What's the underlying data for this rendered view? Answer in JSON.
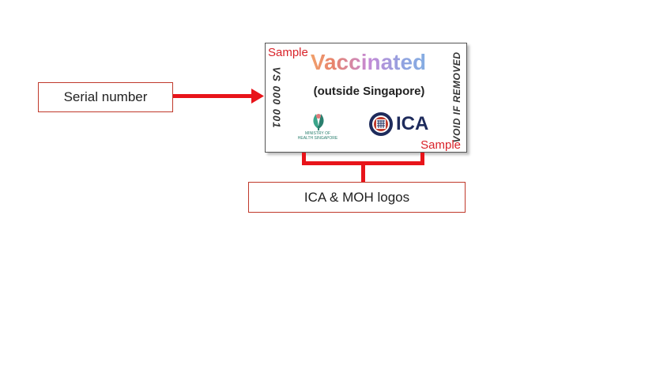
{
  "callouts": {
    "serial_label": "Serial number",
    "logos_label": "ICA & MOH logos"
  },
  "sticker": {
    "watermark_top": "Sample",
    "watermark_bottom": "Sample",
    "serial_text": "VS 000 001",
    "headline": "Vaccinated",
    "subheadline": "(outside Singapore)",
    "side_text": "VOID IF REMOVED",
    "moh_caption": "MINISTRY OF HEALTH SINGAPORE",
    "ica_text": "ICA"
  },
  "colors": {
    "accent_red": "#e8141a",
    "callout_border": "#c0392b",
    "ica_navy": "#1e2b5c",
    "moh_green": "#2a7f6e"
  },
  "icons": [
    "moh-logo-icon",
    "ica-emblem-icon",
    "arrow-right-icon"
  ]
}
